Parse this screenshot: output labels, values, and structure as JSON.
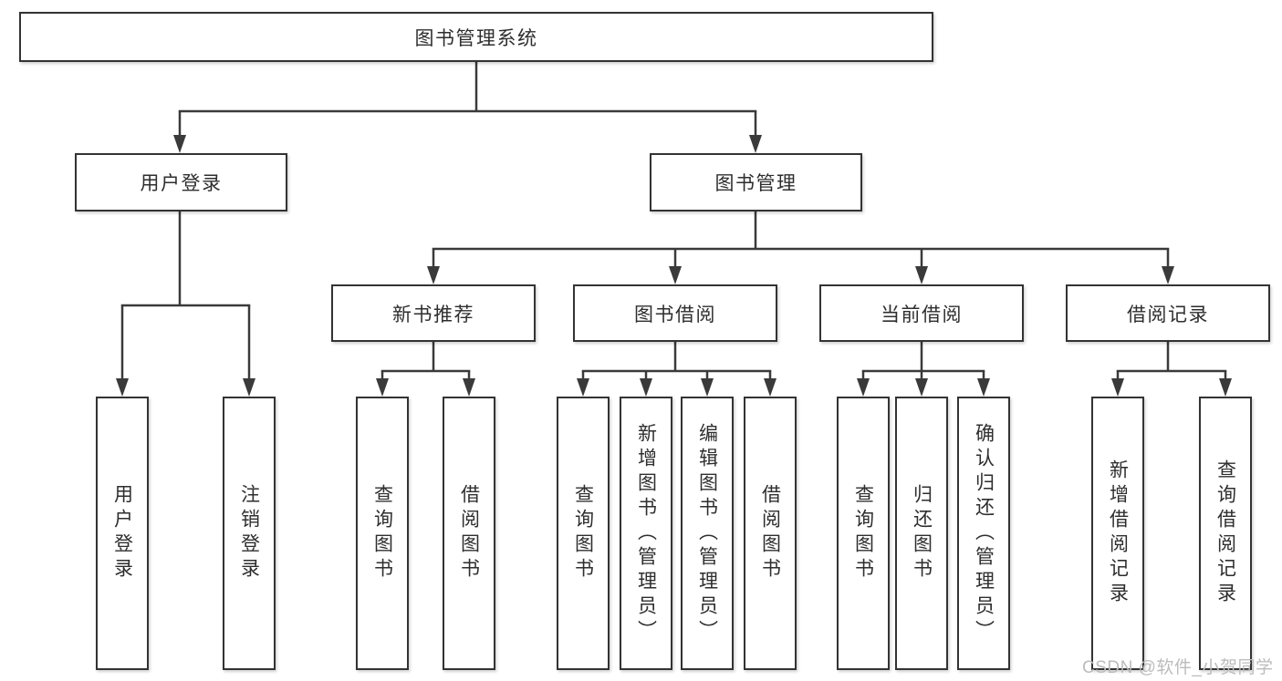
{
  "tree": {
    "root": "图书管理系统",
    "branches": [
      {
        "label": "用户登录",
        "children": [
          "用户登录",
          "注销登录"
        ]
      },
      {
        "label": "图书管理",
        "groups": [
          {
            "label": "新书推荐",
            "children": [
              "查询图书",
              "借阅图书"
            ]
          },
          {
            "label": "图书借阅",
            "children": [
              "查询图书",
              "新增图书（管理员）",
              "编辑图书（管理员）",
              "借阅图书"
            ]
          },
          {
            "label": "当前借阅",
            "children": [
              "查询图书",
              "归还图书",
              "确认归还（管理员）"
            ]
          },
          {
            "label": "借阅记录",
            "children": [
              "新增借阅记录",
              "查询借阅记录"
            ]
          }
        ]
      }
    ]
  },
  "watermark": {
    "text": "CSDN @软件_小贺同学"
  },
  "colors": {
    "line": "#3a3a3a",
    "box_border": "#333333",
    "text": "#2e2e2e",
    "watermark": "#bcbcbc",
    "background": "#ffffff"
  }
}
